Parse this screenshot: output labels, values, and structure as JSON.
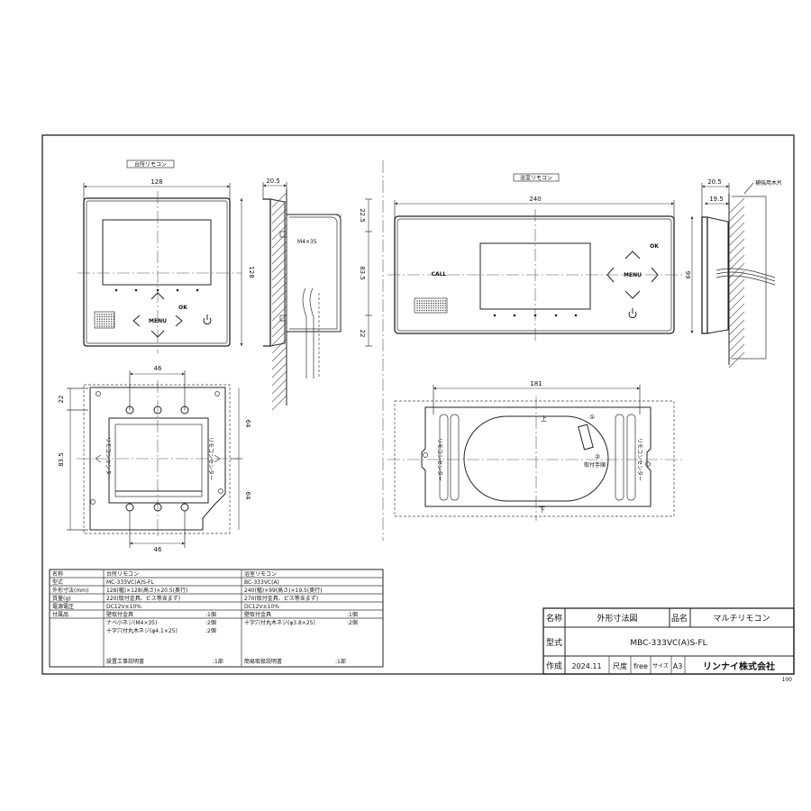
{
  "views": {
    "kitchen": {
      "label": "台所リモコン",
      "dims": {
        "width": "128",
        "height": "128",
        "depth": "20.5",
        "top": "22.5",
        "mid": "83.5",
        "bottom": "22",
        "screw": "M4×35"
      },
      "buttons": {
        "ok": "OK",
        "menu": "MENU"
      },
      "plate": {
        "top": "46",
        "bottom": "46",
        "left1": "22",
        "left2": "83.5",
        "right1": "64",
        "right2": "64",
        "left_text": "リモコンセンター",
        "right_text": "リモコンセンター"
      }
    },
    "bath": {
      "label": "浴室リモコン",
      "dims": {
        "width": "240",
        "height": "99",
        "depth1": "20.5",
        "depth2": "19.5"
      },
      "wood_label": "補強用木片",
      "buttons": {
        "call": "CALL",
        "ok": "OK",
        "menu": "MENU"
      },
      "plate": {
        "width": "181",
        "top": "上",
        "bottom": "下",
        "step1": "②",
        "step2": "①",
        "steps_label": "取付手順",
        "left_text": "リモコンセンター",
        "right_text": "リモコンセンター"
      }
    }
  },
  "spec_table": {
    "header": [
      "名称",
      "台所リモコン",
      "浴室リモコン"
    ],
    "rows": [
      {
        "label": "型式",
        "kitchen": [
          "MC-333VC(A)S-FL"
        ],
        "bath": [
          "BC-333VC(A)"
        ]
      },
      {
        "label": "外形寸法(mm)",
        "kitchen": [
          "128(幅)×128(高さ)×20.5(奥行)"
        ],
        "bath": [
          "240(幅)×99(高さ)×19.5(奥行)"
        ]
      },
      {
        "label": "質量(g)",
        "kitchen": [
          "220(取付金具、ビス等含まず)"
        ],
        "bath": [
          "270(取付金具、ビス等含まず)"
        ]
      },
      {
        "label": "電源電圧",
        "kitchen": [
          "DC12V±10%"
        ],
        "bath": [
          "DC12V±10%"
        ]
      }
    ],
    "accessories": {
      "label": "付属品",
      "kitchen": [
        {
          "name": "壁取付金具",
          "qty": ":1個"
        },
        {
          "name": "ナベ小ネジ(M4×35)",
          "qty": ":2個"
        },
        {
          "name": "十字穴付丸木ネジ(φ4.1×25)",
          "qty": ":2個"
        },
        {
          "name": "設置工事説明書",
          "qty": ":1部"
        }
      ],
      "bath": [
        {
          "name": "壁取付金具",
          "qty": ":1個"
        },
        {
          "name": "十字穴付丸木ネジ(φ3.8×25)",
          "qty": ":2個"
        },
        {
          "name": "簡易取扱説明書",
          "qty": ":1部"
        }
      ]
    }
  },
  "title_block": {
    "name_label": "名称",
    "name_value": "外形寸法図",
    "product_label": "品名",
    "product_value": "マルチリモコン",
    "model_label": "型式",
    "model_value": "MBC-333VC(A)S-FL",
    "date_label": "作成",
    "date_value": "2024.11",
    "scale_label": "尺度",
    "scale_value": "free",
    "size_label": "サイズ",
    "size_value": "A3",
    "company": "リンナイ株式会社",
    "corner": "100"
  }
}
